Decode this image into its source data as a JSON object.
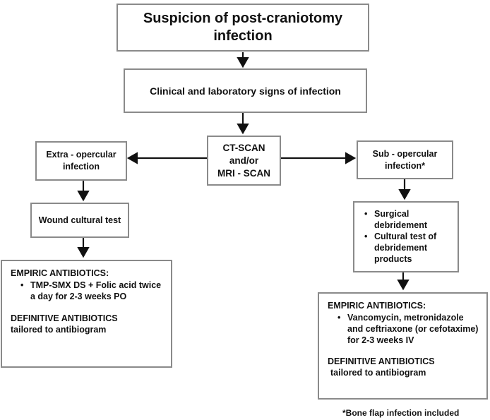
{
  "title": "Suspicion of post-craniotomy infection",
  "signs": "Clinical and laboratory signs of infection",
  "scan": {
    "line1": "CT-SCAN",
    "line2": "and/or",
    "line3": "MRI - SCAN"
  },
  "left": {
    "category": "Extra - opercular infection",
    "test": "Wound cultural test",
    "empiric_title": "EMPIRIC  ANTIBIOTICS:",
    "empiric_items": [
      "TMP-SMX DS + Folic acid twice a day for 2-3 weeks PO"
    ],
    "definitive_line1": "DEFINITIVE ANTIBIOTICS",
    "definitive_line2": "tailored to antibiogram"
  },
  "right": {
    "category": "Sub - opercular infection*",
    "steps": [
      "Surgical debridement",
      "Cultural test of debridement products"
    ],
    "empiric_title": "EMPIRIC  ANTIBIOTICS:",
    "empiric_items": [
      "Vancomycin, metronidazole and ceftriaxone (or cefotaxime) for 2-3 weeks IV"
    ],
    "definitive_line1": "DEFINITIVE ANTIBIOTICS",
    "definitive_line2": "tailored to antibiogram"
  },
  "footnote": "*Bone flap infection included"
}
